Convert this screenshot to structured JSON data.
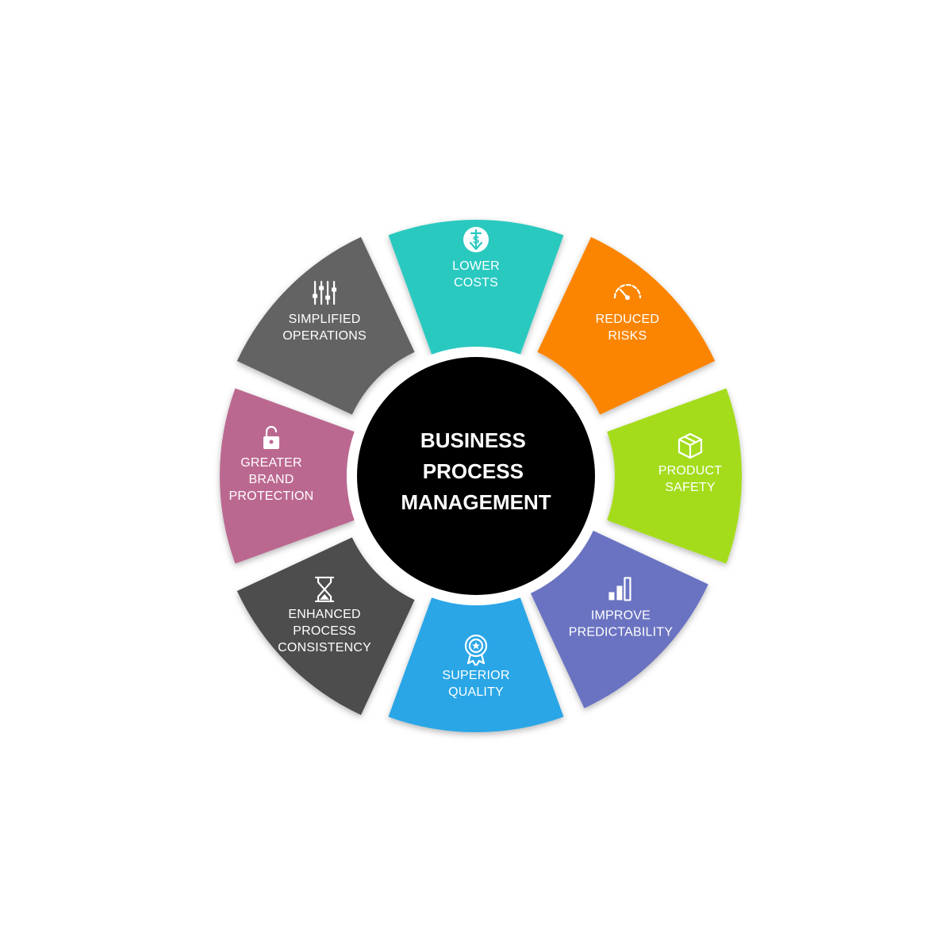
{
  "center": {
    "lines": [
      "BUSINESS",
      "PROCESS",
      "MANAGEMENT"
    ],
    "color": "#000000"
  },
  "segments": [
    {
      "id": "lower-costs",
      "lines": [
        "LOWER",
        "COSTS"
      ],
      "color": "#2ac9c0",
      "icon": "dollar-down-icon"
    },
    {
      "id": "reduced-risks",
      "lines": [
        "REDUCED",
        "RISKS"
      ],
      "color": "#fb8500",
      "icon": "gauge-icon"
    },
    {
      "id": "product-safety",
      "lines": [
        "PRODUCT",
        "SAFETY"
      ],
      "color": "#a4dc1e",
      "icon": "box-icon"
    },
    {
      "id": "improve-predictability",
      "lines": [
        "IMPROVE",
        "PREDICTABILITY"
      ],
      "color": "#6b73c1",
      "icon": "bar-chart-icon"
    },
    {
      "id": "superior-quality",
      "lines": [
        "SUPERIOR",
        "QUALITY"
      ],
      "color": "#2ba6e6",
      "icon": "award-badge-icon"
    },
    {
      "id": "enhanced-process-consistency",
      "lines": [
        "ENHANCED",
        "PROCESS",
        "CONSISTENCY"
      ],
      "color": "#4d4d4d",
      "icon": "hourglass-icon"
    },
    {
      "id": "greater-brand-protection",
      "lines": [
        "GREATER",
        "BRAND",
        "PROTECTION"
      ],
      "color": "#bb6790",
      "icon": "lock-icon"
    },
    {
      "id": "simplified-operations",
      "lines": [
        "SIMPLIFIED",
        "OPERATIONS"
      ],
      "color": "#636363",
      "icon": "sliders-icon"
    }
  ]
}
